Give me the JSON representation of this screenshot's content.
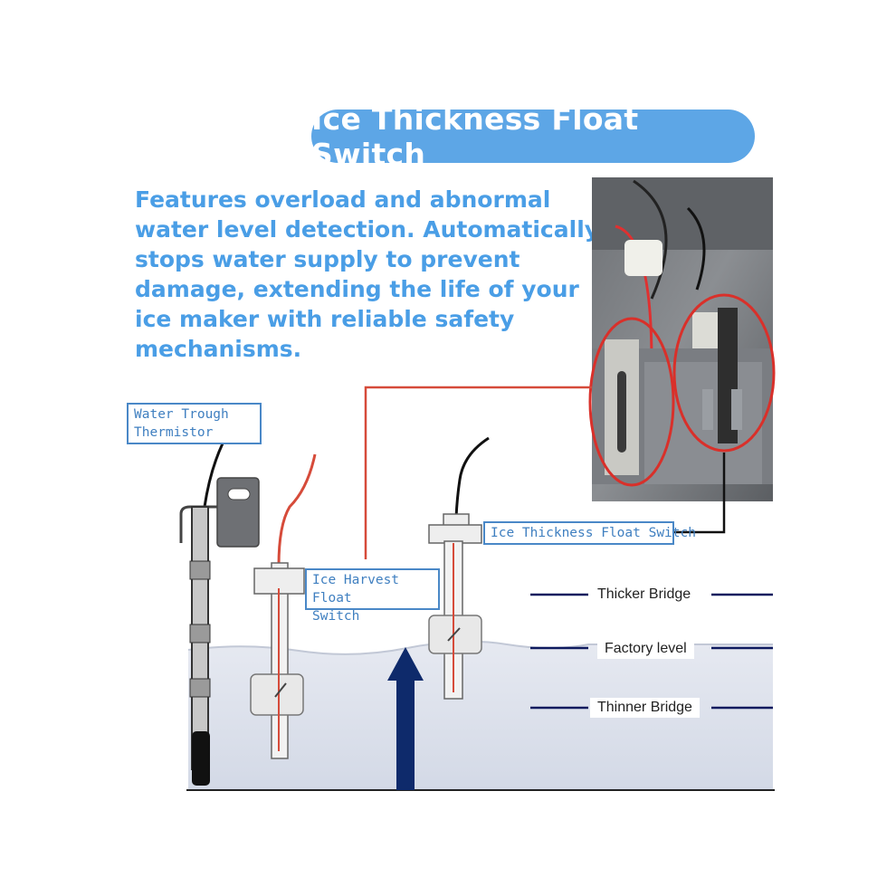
{
  "title": "Ice Thickness Float Switch",
  "description_lines": [
    "Features overload and abnormal",
    "water level detection. Automatically",
    "stops water supply to prevent",
    "damage, extending the life of your",
    "ice maker with reliable safety",
    "mechanisms."
  ],
  "labels": {
    "thermistor": [
      "Water Trough",
      "Thermistor"
    ],
    "harvest_switch": [
      "Ice Harvest Float",
      "Switch"
    ],
    "thickness_switch": "Ice Thickness Float Switch"
  },
  "levels": {
    "thicker": "Thicker Bridge",
    "factory": "Factory level",
    "thinner": "Thinner Bridge"
  },
  "colors": {
    "accent": "#5da6e6",
    "text_blue": "#4a9ee6",
    "red_line": "#d64b3a",
    "navy": "#0e2a6b",
    "water": "#dfe3ee"
  }
}
